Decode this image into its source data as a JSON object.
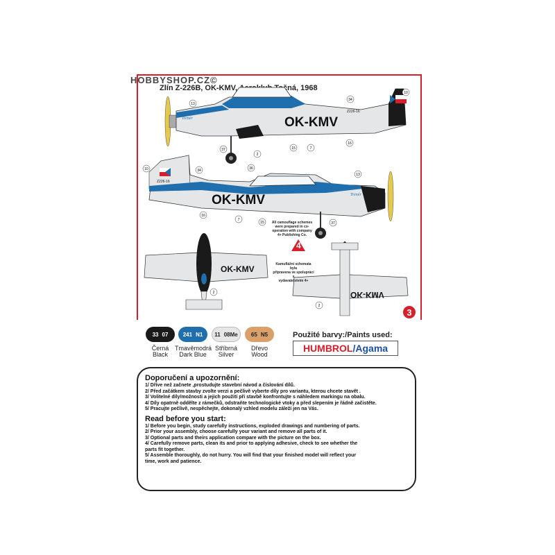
{
  "watermark": "HOBBYSHOP.CZ©",
  "title": "Zlín Z-226B, OK-KMV, Aeroklub Točná, 1968",
  "registration": "OK-KMV",
  "tail_code": "Z226-16",
  "cowling_script": "Trenér",
  "page_number": "3",
  "callouts": [
    "13",
    "34",
    "10",
    "36",
    "15",
    "7",
    "2",
    "16",
    "37"
  ],
  "credit_en": [
    "All camouflage schemes",
    "were prepared in co-",
    "operation with company",
    "4+ Publishing Co."
  ],
  "credit_cz": [
    "Kamuflážní schemata byla",
    "připravena ve spolupráci s",
    "vydavatelstvím 4+"
  ],
  "paints": [
    {
      "c1": "33",
      "c2": "07",
      "name1": "Černá",
      "name2": "Black",
      "color": "#1a1a1a",
      "text": "#ffffff"
    },
    {
      "c1": "241",
      "c2": "N1",
      "name1": "Tmavěmodrá",
      "name2": "Dark Blue",
      "color": "#1f6fae",
      "text": "#ffffff"
    },
    {
      "c1": "11",
      "c2": "08Me",
      "name1": "Stříbrná",
      "name2": "Silver",
      "color": "#e6e6e6",
      "text": "#222222"
    },
    {
      "c1": "65",
      "c2": "N5",
      "name1": "Dřevo",
      "name2": "Wood",
      "color": "#d9a06a",
      "text": "#222222"
    }
  ],
  "paints_title": "Použité barvy:/Paints used:",
  "brand_a": "HUMBROL",
  "brand_b": "/Agama",
  "notes": {
    "cz_title": "Doporučení  a upozornění:",
    "cz": [
      "1/ Dříve než začnete ,prostudujte stavební návod a číslování dílů.",
      "2/ Před začátkem stavby zvolte verzi a pečlivě vyberte díly pro variantu, kterou chcete stavět .",
      "3/ Volitelné díly/možnosti a jejich použití při stavbě konfrontujte s náhledem markingu na obalu.",
      "4/ Díly opatrně oddělte z rámečků, odstraňte technologické vtoky a před slepením je řádně začistěte.",
      "5/ Pracujte pečlivě, nespěchejte, dokonalý vzhled modelu záleží jen na Vás."
    ],
    "en_title": "Read before you start:",
    "en": [
      "1/ Before you begin, study carefully instructions, exploded drawings and  numbering of parts.",
      "2/ Prior your assembly, choose carefully  your variant  and  remove all parts of it.",
      "3/ Optional parts and  theirs application compare with the picture on the box.",
      "4/ Carefully remove parts, clean its and  prior to applying adhesive, check to see whether the",
      "    parts fit together.",
      "5/ Assemble thoroughly, do not hurry. You will find that your finished model will reflect your",
      "    time, work and patience."
    ]
  },
  "colors": {
    "red": "#d81e2a",
    "blue": "#1f6fae",
    "silver": "#e4e6e8",
    "black": "#111111",
    "wood": "#d9a06a"
  }
}
